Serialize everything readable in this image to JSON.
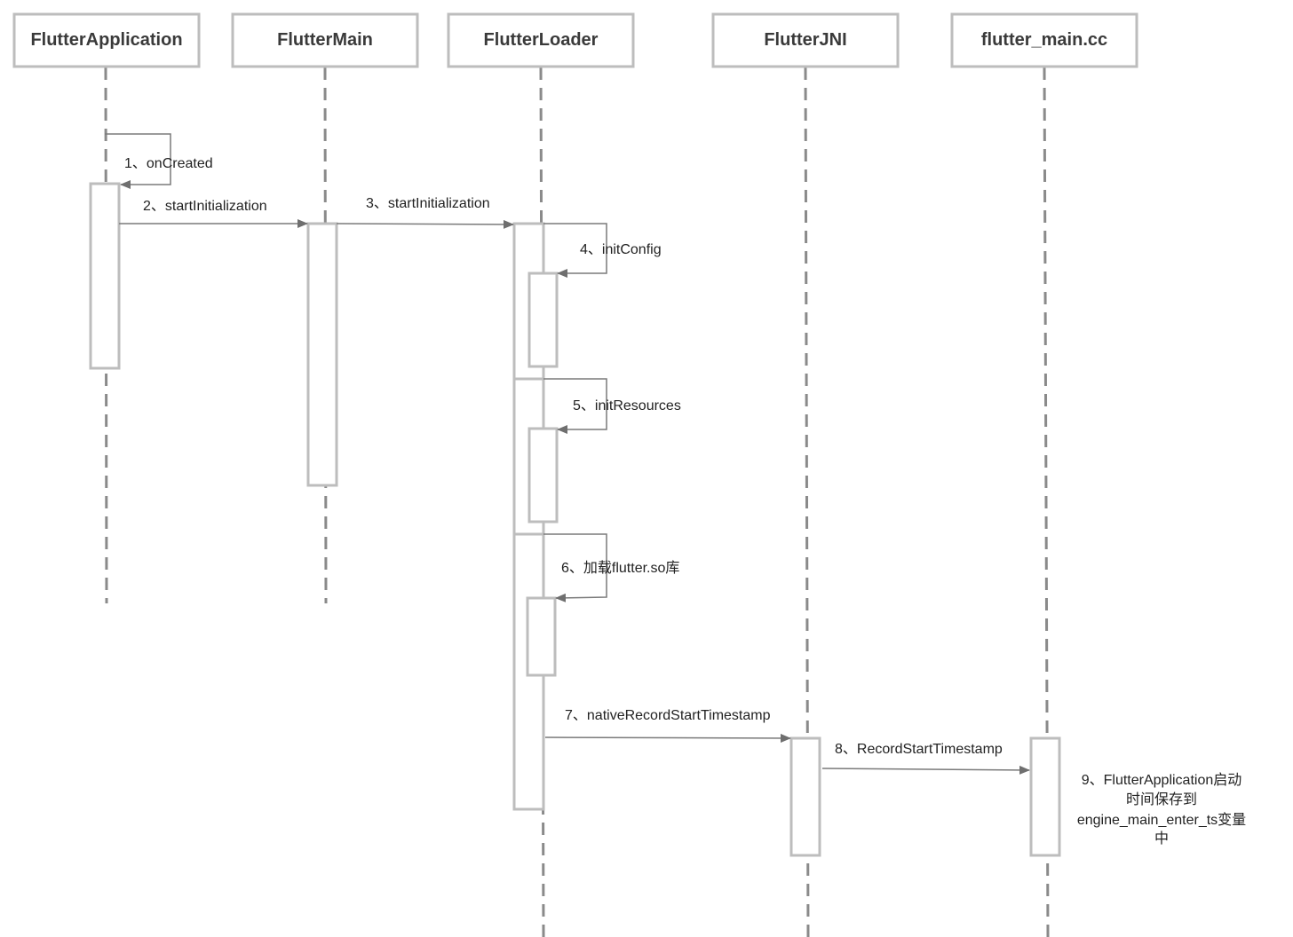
{
  "participants": [
    {
      "id": "app",
      "label": "FlutterApplication"
    },
    {
      "id": "main",
      "label": "FlutterMain"
    },
    {
      "id": "loader",
      "label": "FlutterLoader"
    },
    {
      "id": "jni",
      "label": "FlutterJNI"
    },
    {
      "id": "cc",
      "label": "flutter_main.cc"
    }
  ],
  "messages": [
    {
      "label": "1、onCreated"
    },
    {
      "label": "2、startInitialization"
    },
    {
      "label": "3、startInitialization"
    },
    {
      "label": "4、initConfig"
    },
    {
      "label": "5、initResources"
    },
    {
      "label": "6、加载flutter.so库"
    },
    {
      "label": "7、nativeRecordStartTimestamp"
    },
    {
      "label": "8、RecordStartTimestamp"
    }
  ],
  "note": {
    "lines": [
      "9、FlutterApplication启动",
      "时间保存到",
      "engine_main_enter_ts变量",
      "中"
    ]
  },
  "colors": {
    "box_stroke": "#bdbdbd",
    "lifeline": "#8a8a8a",
    "arrow": "#7a7a7a",
    "text": "#222222"
  }
}
